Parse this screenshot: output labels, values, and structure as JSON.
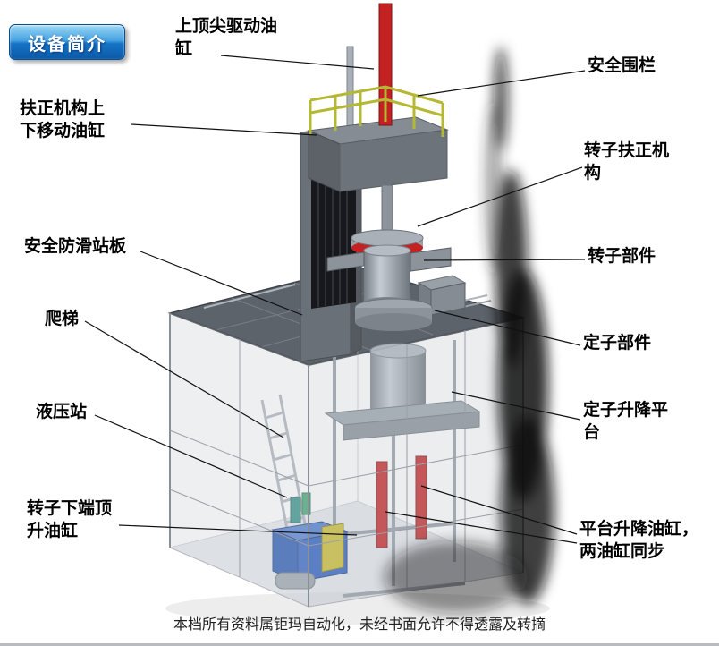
{
  "badge": {
    "label": "设备简介"
  },
  "labels": {
    "top_spindle_cylinder": "上顶尖驱动油\n缸",
    "safety_fence": "安全围栏",
    "centering_move_cylinder": "扶正机构上\n下移动油缸",
    "rotor_centering_mech": "转子扶正机\n构",
    "anti_slip_platform": "安全防滑站板",
    "rotor_part": "转子部件",
    "ladder": "爬梯",
    "stator_part": "定子部件",
    "hydraulic_station": "液压站",
    "stator_lift_platform": "定子升降平\n台",
    "rotor_bottom_jack_cylinder": "转子下端顶\n升油缸",
    "platform_lift_cylinders": "平台升降油缸，\n两油缸同步"
  },
  "footer": {
    "text": "本档所有资料属钜玛自动化，未经书面允许不得透露及转摘"
  },
  "colors": {
    "badge_blue": "#1673c4",
    "cylinder_red": "#c42222",
    "railing_yellow": "#b5b832",
    "hydraulic_blue": "#2a5cc0",
    "platform_gray": "#5d636b"
  }
}
